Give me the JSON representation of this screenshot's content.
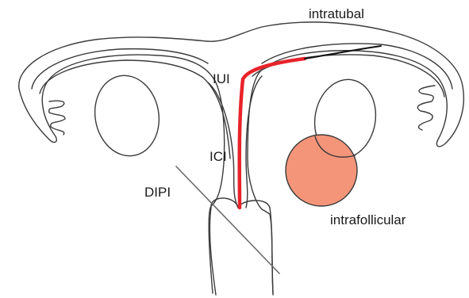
{
  "labels": {
    "intratubal": "intratubal",
    "iui": "IUI",
    "ici": "ICI",
    "dipi": "DIPI",
    "intrafollicular": "intrafollicular"
  },
  "colors": {
    "outline": "#3a3a3a",
    "catheter": "#e8232a",
    "follicle_fill": "#f4957a",
    "background": "#ffffff"
  }
}
